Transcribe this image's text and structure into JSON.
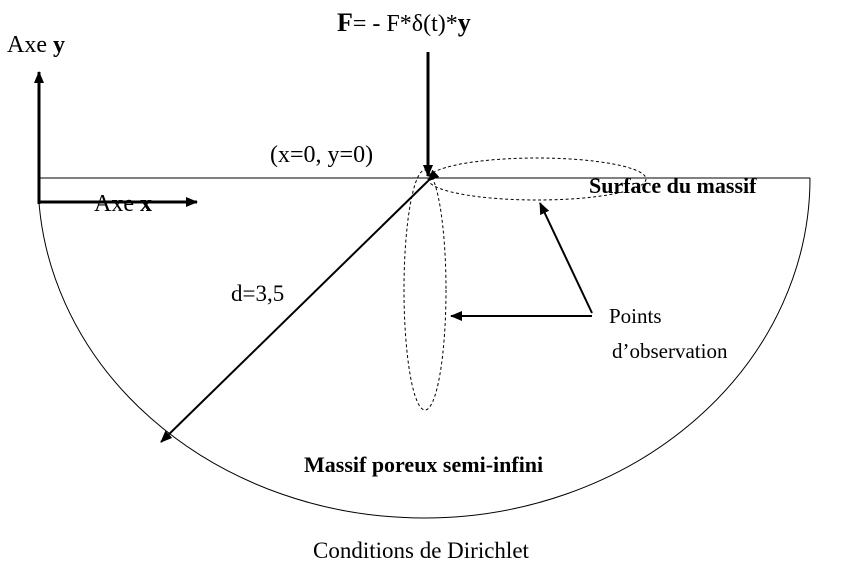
{
  "force": {
    "symbol_F": "F",
    "expr_mid": "= - F*δ(t)*",
    "symbol_y": "y"
  },
  "axis_y": {
    "prefix": "Axe ",
    "symbol": "y"
  },
  "axis_x": {
    "prefix": "Axe ",
    "symbol": "x"
  },
  "origin_label": "(x=0, y=0)",
  "surface_label": "Surface du massif",
  "distance_label": "d=3,5",
  "observation_label": {
    "line1": "Points",
    "line2": "d’observation"
  },
  "massif_label": "Massif poreux semi-infini",
  "boundary_label": "Conditions de Dirichlet",
  "colors": {
    "stroke": "#000000",
    "background": "#ffffff"
  }
}
